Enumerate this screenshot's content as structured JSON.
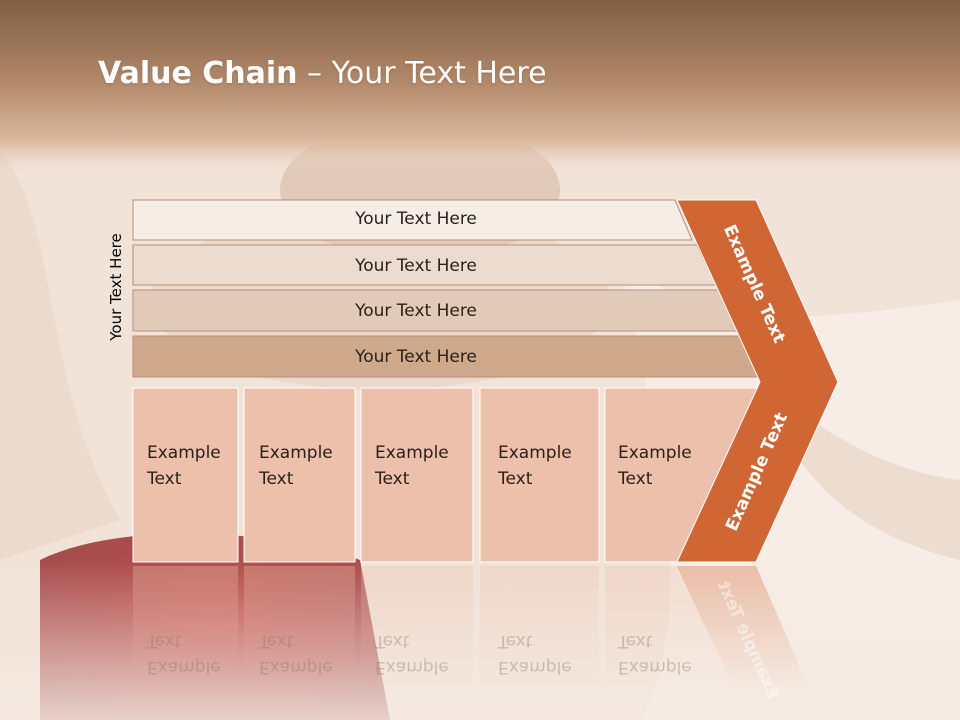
{
  "title": {
    "bold": "Value Chain",
    "rest": " – Your Text Here"
  },
  "vertical_label": "Your Text Here",
  "bars": [
    {
      "label": "Your Text Here"
    },
    {
      "label": "Your Text Here"
    },
    {
      "label": "Your Text Here"
    },
    {
      "label": "Your Text Here"
    }
  ],
  "boxes": [
    {
      "line1": "Example",
      "line2": "Text"
    },
    {
      "line1": "Example",
      "line2": "Text"
    },
    {
      "line1": "Example",
      "line2": "Text"
    },
    {
      "line1": "Example",
      "line2": "Text"
    },
    {
      "line1": "Example",
      "line2": "Text"
    }
  ],
  "chevron": {
    "upper": "Example Text",
    "lower": "Example Text"
  },
  "colors": {
    "accent": "#cf6633",
    "bar1": "#f6ede7",
    "bar2": "#ecdccf",
    "bar3": "#e2cab8",
    "bar4": "#cfa98c",
    "box": "#ecc0ab"
  }
}
